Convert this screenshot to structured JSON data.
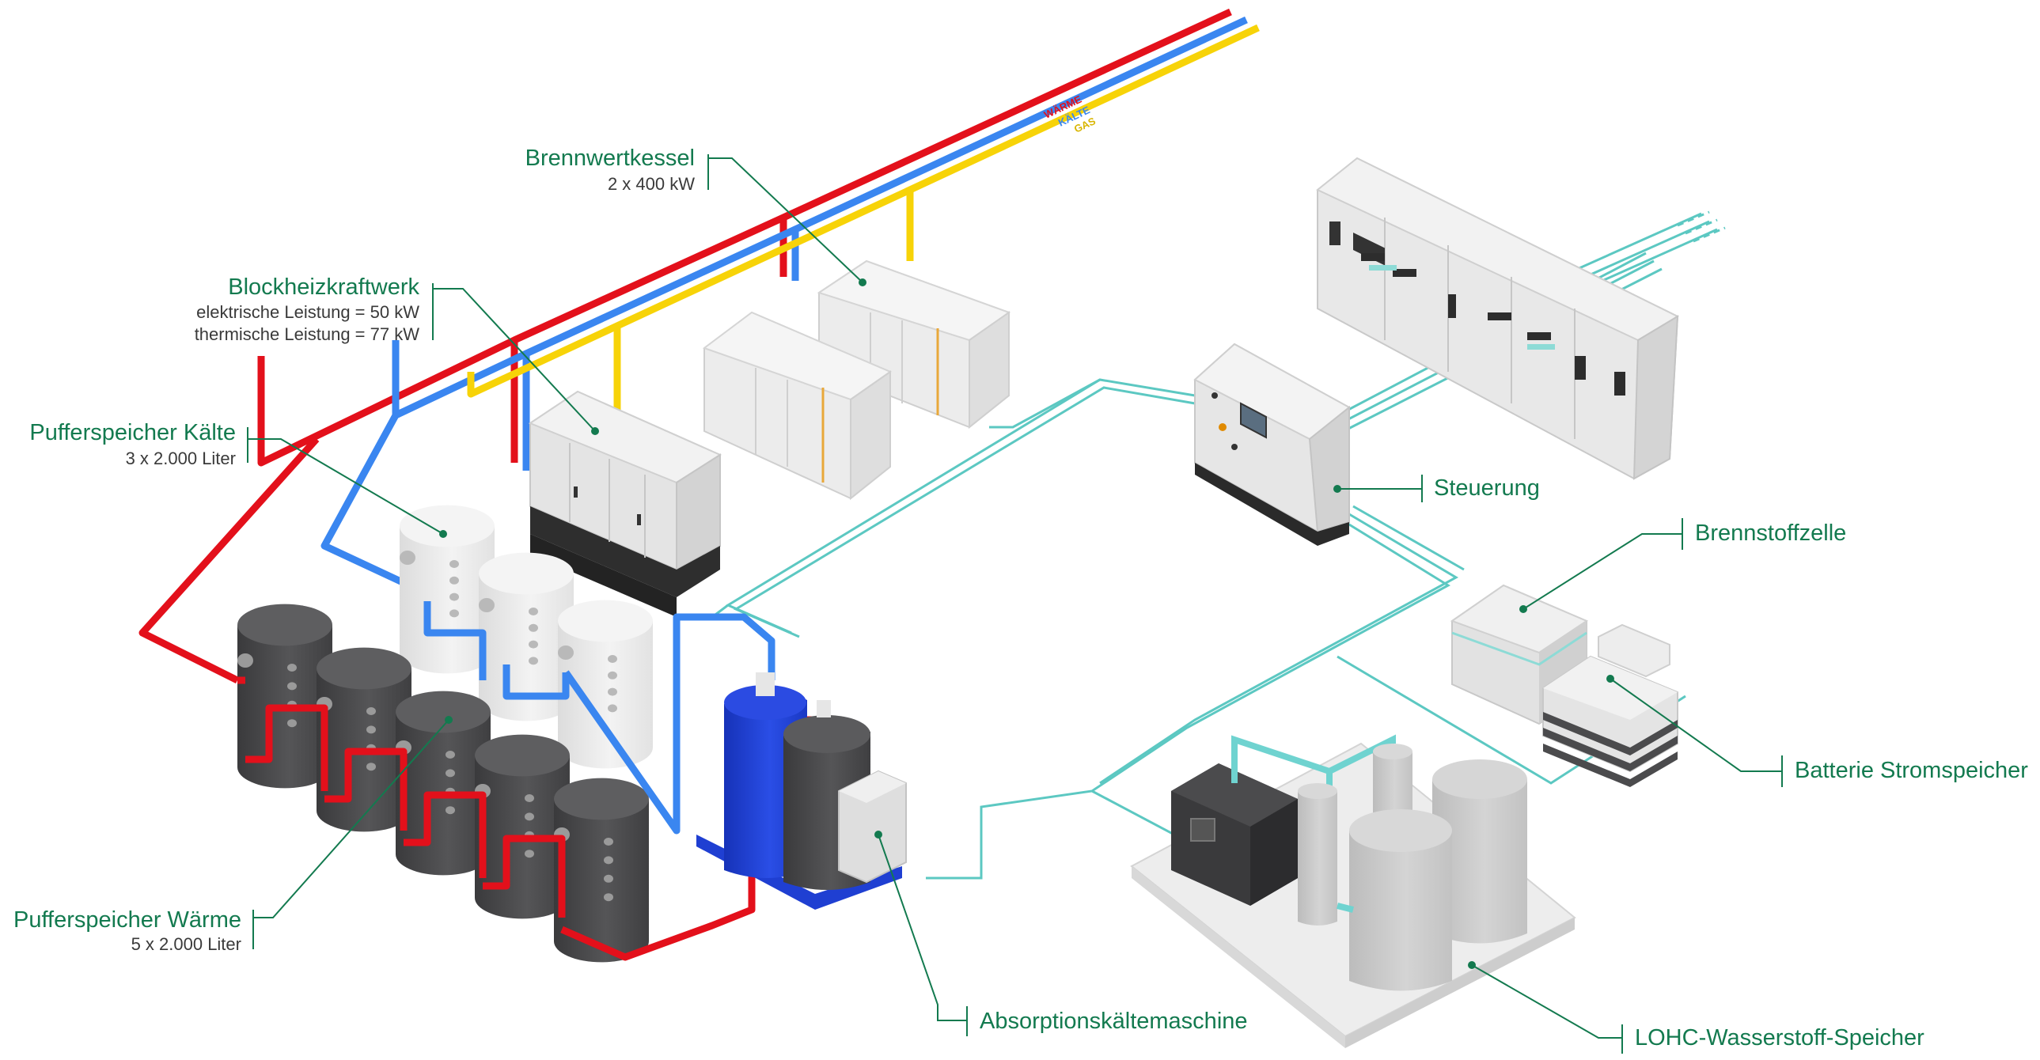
{
  "pipes": {
    "heat": {
      "label": "WÄRME",
      "color": "#e3101b"
    },
    "cold": {
      "label": "KÄLTE",
      "color": "#3a86f0"
    },
    "gas": {
      "label": "GAS",
      "color": "#f7d308"
    }
  },
  "colors": {
    "label": "#137a4f",
    "signal": "#5cc8c2",
    "tank_dark": "#4a4a4c",
    "tank_light": "#e8e8e8",
    "machine": "#e9e9e9",
    "chiller_blue": "#1f3fd2"
  },
  "labels": {
    "brennwertkessel": {
      "title": "Brennwertkessel",
      "sub1": "2 x 400 kW"
    },
    "bhkw": {
      "title": "Blockheizkraftwerk",
      "sub1": "elektrische Leistung = 50 kW",
      "sub2": "thermische Leistung = 77 kW"
    },
    "puffer_kaelte": {
      "title": "Pufferspeicher Kälte",
      "sub1": "3 x 2.000 Liter"
    },
    "puffer_waerme": {
      "title": "Pufferspeicher Wärme",
      "sub1": "5 x 2.000 Liter"
    },
    "steuerung": {
      "title": "Steuerung"
    },
    "brennstoffzelle": {
      "title": "Brennstoffzelle"
    },
    "batterie": {
      "title": "Batterie Stromspeicher"
    },
    "absorption": {
      "title": "Absorptionskältemaschine"
    },
    "lohc": {
      "title": "LOHC-Wasserstoff-Speicher"
    }
  }
}
